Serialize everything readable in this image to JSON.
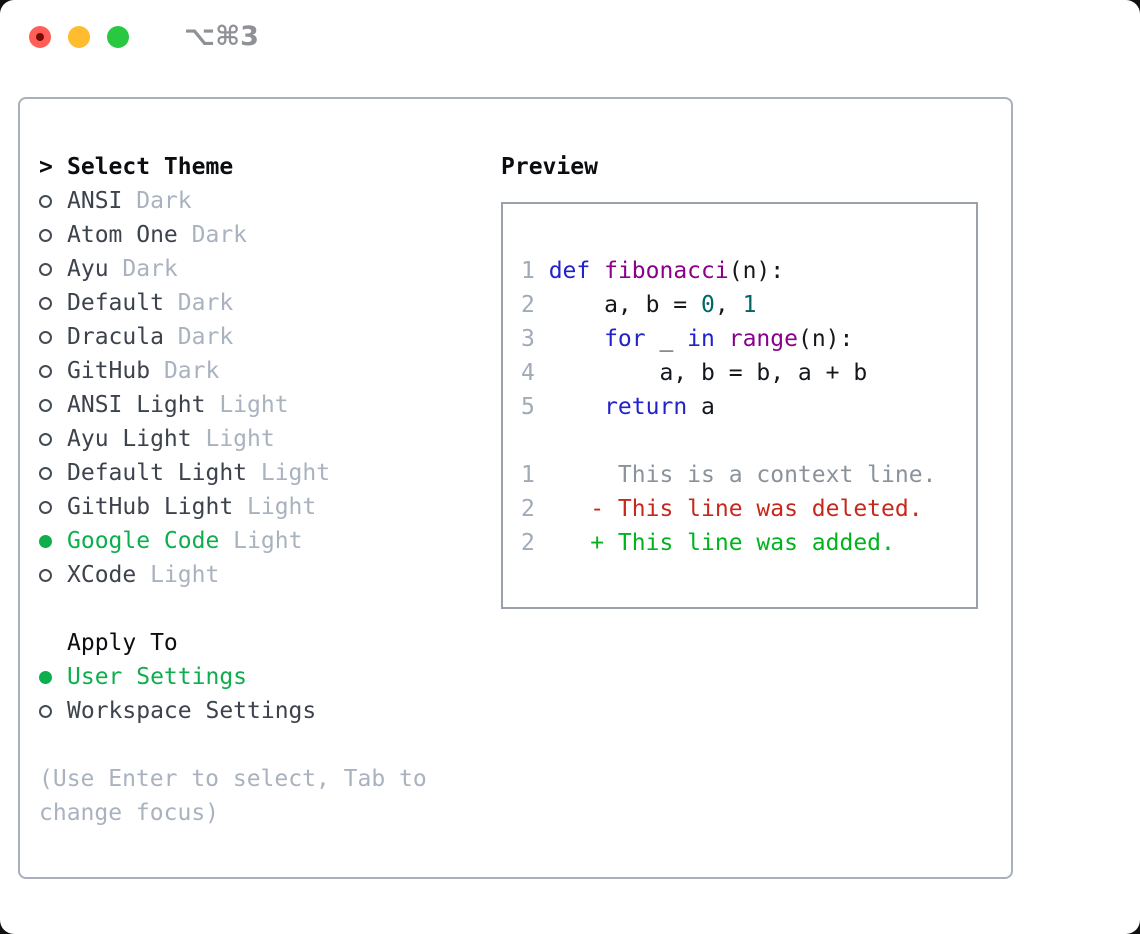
{
  "window": {
    "title": "⌥⌘3"
  },
  "colors": {
    "traffic_red": "#ff5f57",
    "traffic_yellow": "#febc2e",
    "traffic_green": "#28c840",
    "title_text": "#8e9196",
    "panel_border": "#a9b0bb",
    "header_text": "#0b0d10",
    "item_text": "#3d434c",
    "variant_text": "#a9b2bf",
    "selected_green": "#0eae4e",
    "help_text": "#a9b2bf"
  },
  "theme_panel": {
    "header": {
      "prefix": ">",
      "label": "Select Theme"
    },
    "themes": [
      {
        "name": "ANSI",
        "variant": "Dark",
        "selected": false
      },
      {
        "name": "Atom One",
        "variant": "Dark",
        "selected": false
      },
      {
        "name": "Ayu",
        "variant": "Dark",
        "selected": false
      },
      {
        "name": "Default",
        "variant": "Dark",
        "selected": false
      },
      {
        "name": "Dracula",
        "variant": "Dark",
        "selected": false
      },
      {
        "name": "GitHub",
        "variant": "Dark",
        "selected": false
      },
      {
        "name": "ANSI Light",
        "variant": "Light",
        "selected": false
      },
      {
        "name": "Ayu Light",
        "variant": "Light",
        "selected": false
      },
      {
        "name": "Default Light",
        "variant": "Light",
        "selected": false
      },
      {
        "name": "GitHub Light",
        "variant": "Light",
        "selected": false
      },
      {
        "name": "Google Code",
        "variant": "Light",
        "selected": true
      },
      {
        "name": "XCode",
        "variant": "Light",
        "selected": false
      }
    ],
    "apply_to": {
      "label": "Apply To",
      "options": [
        {
          "label": "User Settings",
          "selected": true
        },
        {
          "label": "Workspace Settings",
          "selected": false
        }
      ]
    },
    "help": {
      "line1": "(Use Enter to select, Tab to",
      "line2": "change focus)"
    }
  },
  "preview": {
    "label": "Preview",
    "syntax_colors": {
      "kwd": "#2222cc",
      "typ": "#8b008b",
      "lit": "#006666",
      "pln": "#14171c",
      "lineno": "#a0aab8"
    },
    "diff_colors": {
      "context": "#8a929c",
      "deleted": "#c8281c",
      "added": "#00b41e"
    },
    "code_lines": [
      {
        "no": "1",
        "tokens": [
          [
            "kwd",
            "def"
          ],
          [
            "pln",
            " "
          ],
          [
            "typ",
            "fibonacci"
          ],
          [
            "pln",
            "(n):"
          ]
        ]
      },
      {
        "no": "2",
        "tokens": [
          [
            "pln",
            "    a, b = "
          ],
          [
            "lit",
            "0"
          ],
          [
            "pln",
            ", "
          ],
          [
            "lit",
            "1"
          ]
        ]
      },
      {
        "no": "3",
        "tokens": [
          [
            "pln",
            "    "
          ],
          [
            "kwd",
            "for"
          ],
          [
            "pln",
            " _ "
          ],
          [
            "kwd",
            "in"
          ],
          [
            "pln",
            " "
          ],
          [
            "typ",
            "range"
          ],
          [
            "pln",
            "(n):"
          ]
        ]
      },
      {
        "no": "4",
        "tokens": [
          [
            "pln",
            "        a, b = b, a + b"
          ]
        ]
      },
      {
        "no": "5",
        "tokens": [
          [
            "pln",
            "    "
          ],
          [
            "kwd",
            "return"
          ],
          [
            "pln",
            " a"
          ]
        ]
      }
    ],
    "diff_lines": [
      {
        "no": "1",
        "type": "context",
        "text": "     This is a context line."
      },
      {
        "no": "2",
        "type": "deleted",
        "text": "   - This line was deleted."
      },
      {
        "no": "2",
        "type": "added",
        "text": "   + This line was added."
      }
    ]
  }
}
